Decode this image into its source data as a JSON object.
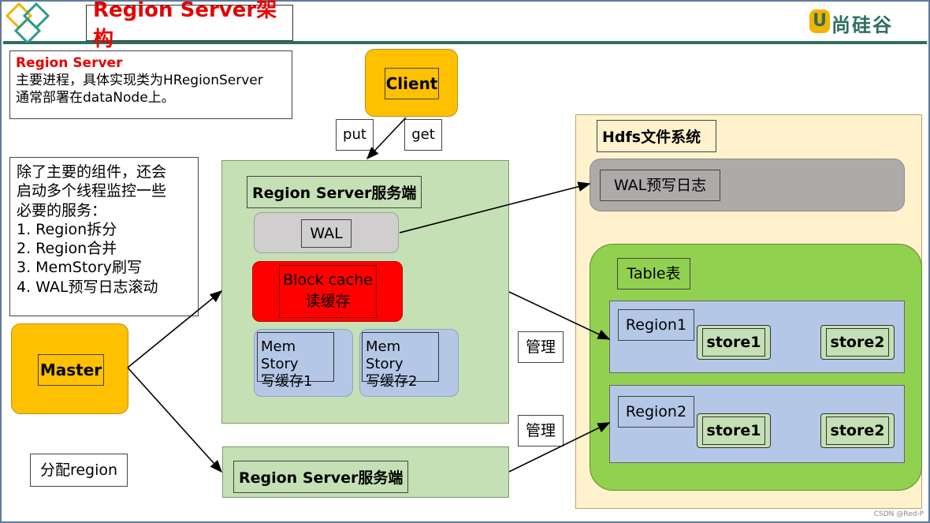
{
  "header": {
    "title": "Region Server架构",
    "logo_text": "尚硅谷"
  },
  "region_server_info": {
    "heading": "Region Server",
    "line1": "主要进程，具体实现类为HRegionServer",
    "line2": "通常部署在dataNode上。"
  },
  "threads_note": {
    "intro1": "除了主要的组件，还会",
    "intro2": "启动多个线程监控一些",
    "intro3": "必要的服务：",
    "items": [
      "1.  Region拆分",
      "2.  Region合并",
      "3.  MemStory刷写",
      "4.  WAL预写日志滚动"
    ]
  },
  "client": {
    "label": "Client",
    "put": "put",
    "get": "get"
  },
  "master": {
    "label": "Master",
    "assign": "分配region"
  },
  "rs_main": {
    "title": "Region Server服务端",
    "wal": "WAL",
    "block_cache_1": "Block cache",
    "block_cache_2": "读缓存",
    "mem1_line1": "Mem Story",
    "mem1_line2": "写缓存1",
    "mem2_line1": "Mem Story",
    "mem2_line2": "写缓存2"
  },
  "rs_second": {
    "title": "Region Server服务端"
  },
  "manage": {
    "label1": "管理",
    "label2": "管理"
  },
  "hdfs": {
    "title": "Hdfs文件系统",
    "wal": "WAL预写日志",
    "table": "Table表",
    "region1": "Region1",
    "region2": "Region2",
    "store1": "store1",
    "store2": "store2"
  },
  "watermark": "CSDN @Red-P"
}
